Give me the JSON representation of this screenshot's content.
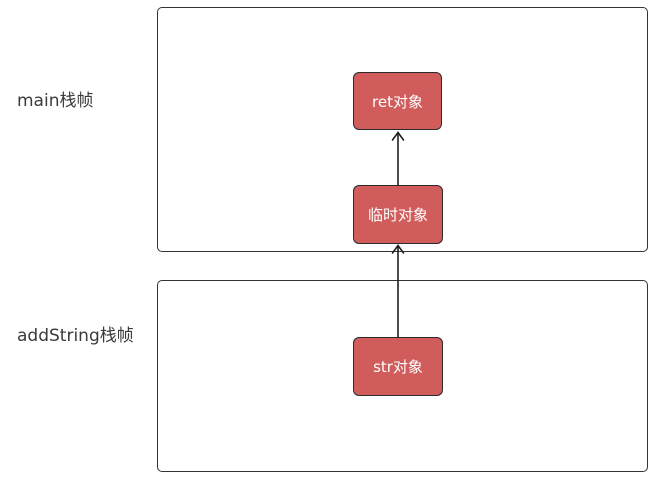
{
  "diagram": {
    "background_color": "#ffffff",
    "frame_border_color": "#333333",
    "label_color": "#3a3a3a",
    "node_fill_color": "#d05c5c",
    "node_border_color": "#2b2b2b",
    "node_text_color": "#ffffff",
    "arrow_color": "#1f1f1f",
    "frames": [
      {
        "id": "main",
        "label": "main栈帧"
      },
      {
        "id": "addstring",
        "label": "addString栈帧"
      }
    ],
    "nodes": [
      {
        "id": "ret",
        "label": "ret对象",
        "frame": "main"
      },
      {
        "id": "temp",
        "label": "临时对象",
        "frame": "main"
      },
      {
        "id": "str",
        "label": "str对象",
        "frame": "addstring"
      }
    ],
    "arrows": [
      {
        "from": "临时对象",
        "to": "ret对象",
        "direction": "up"
      },
      {
        "from": "str对象",
        "to": "临时对象",
        "direction": "up"
      }
    ]
  }
}
